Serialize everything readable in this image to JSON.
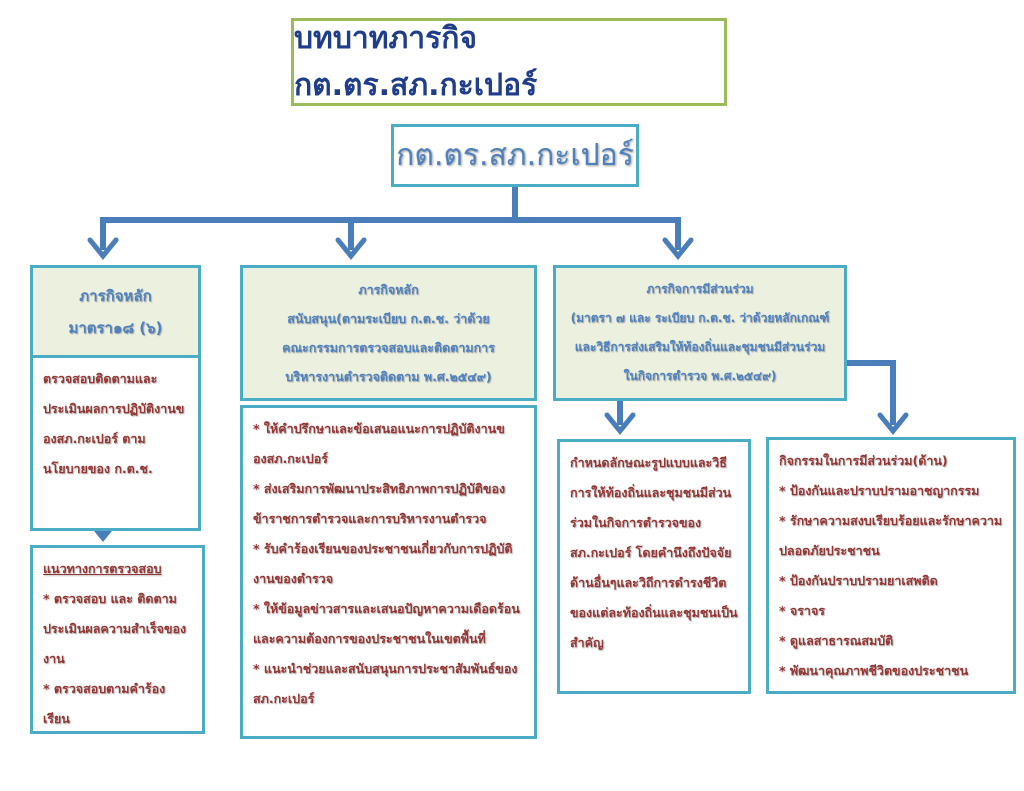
{
  "title": "บทบาทภารกิจ กต.ตร.สภ.กะเปอร์",
  "org": "กต.ตร.สภ.กะเปอร์",
  "col1": {
    "header": [
      "ภารกิจหลัก",
      "มาตรา๑๘ (๖)"
    ],
    "body": [
      "ตรวจสอบติดตามและประเมินผลการปฏิบัติงานของสภ.กะเปอร์ ตามนโยบายของ ก.ต.ช."
    ],
    "sub_title": "แนวทางการตรวจสอบ",
    "sub_items": [
      "* ตรวจสอบ และ ติดตาม ประเมินผลความสำเร็จของงาน",
      "* ตรวจสอบตามคำร้องเรียน"
    ]
  },
  "col2": {
    "header": [
      "ภารกิจหลัก",
      "สนับสนุน(ตามระเบียบ ก.ต.ช. ว่าด้วย",
      "คณะกรรมการตรวจสอบและติดตามการ",
      "บริหารงานตำรวจติดตาม พ.ศ.๒๕๔๙)"
    ],
    "items": [
      "* ให้คำปรึกษาและข้อเสนอแนะการปฏิบัติงานของสภ.กะเปอร์",
      "* ส่งเสริมการพัฒนาประสิทธิภาพการปฏิบัติของข้าราชการตำรวจและการบริหารงานตำรวจ",
      "* รับคำร้องเรียนของประชาชนเกี่ยวกับการปฏิบัติงานของตำรวจ",
      "* ให้ข้อมูลข่าวสารและเสนอปัญหาความเดือดร้อนและความต้องการของประชาชนในเขตพื้นที่",
      "* แนะนำช่วยและสนับสนุนการประชาสัมพันธ์ของสภ.กะเปอร์"
    ]
  },
  "col3": {
    "header": [
      "ภารกิจการมีส่วนร่วม",
      "(มาตรา ๗ และ ระเบียบ ก.ต.ช. ว่าด้วยหลักเกณฑ์",
      "และวิธีการส่งเสริมให้ท้องถิ่นและชุมชนมีส่วนร่วม",
      "ในกิจการตำรวจ พ.ศ.๒๕๔๙)"
    ],
    "left_body": "กำหนดลักษณะรูปแบบและวิธีการให้ท้องถิ่นและชุมชนมีส่วนร่วมในกิจการตำรวจของสภ.กะเปอร์ โดยคำนึงถึงปัจจัยด้านอื่นๆและวิถีการดำรงชีวิตของแต่ละท้องถิ่นและชุมชนเป็นสำคัญ",
    "right_title": "กิจกรรมในการมีส่วนร่วม(ด้าน)",
    "right_items": [
      "* ป้องกันและปราบปรามอาชญากรรม",
      "* รักษาความสงบเรียบร้อยและรักษาความปลอดภัยประชาชน",
      "* ป้องกันปราบปรามยาเสพติด",
      "* จราจร",
      "* ดูแลสาธารณสมบัติ",
      "* พัฒนาคุณภาพชีวิตของประชาชน"
    ]
  }
}
